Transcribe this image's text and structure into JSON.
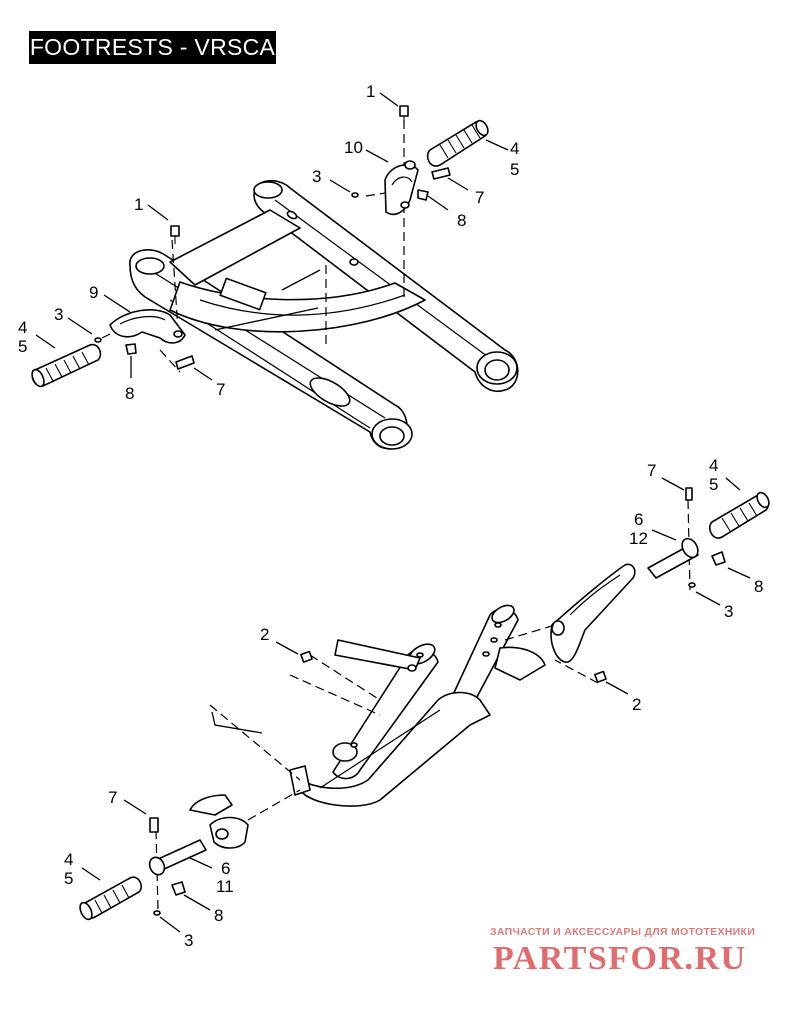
{
  "title": "FOOTRESTS - VRSCA",
  "callouts": [
    {
      "id": "top-1",
      "text": "1"
    },
    {
      "id": "top-10",
      "text": "10"
    },
    {
      "id": "top-3",
      "text": "3"
    },
    {
      "id": "top-4",
      "text": "4"
    },
    {
      "id": "top-5",
      "text": "5"
    },
    {
      "id": "top-7",
      "text": "7"
    },
    {
      "id": "top-8",
      "text": "8"
    },
    {
      "id": "left-1",
      "text": "1"
    },
    {
      "id": "left-9",
      "text": "9"
    },
    {
      "id": "left-3",
      "text": "3"
    },
    {
      "id": "left-4",
      "text": "4"
    },
    {
      "id": "left-5",
      "text": "5"
    },
    {
      "id": "left-8",
      "text": "8"
    },
    {
      "id": "left-7",
      "text": "7"
    },
    {
      "id": "right-7",
      "text": "7"
    },
    {
      "id": "right-4",
      "text": "4"
    },
    {
      "id": "right-5",
      "text": "5"
    },
    {
      "id": "right-6",
      "text": "6"
    },
    {
      "id": "right-12",
      "text": "12"
    },
    {
      "id": "right-8",
      "text": "8"
    },
    {
      "id": "right-3",
      "text": "3"
    },
    {
      "id": "mid-2a",
      "text": "2"
    },
    {
      "id": "mid-2b",
      "text": "2"
    },
    {
      "id": "bot-7",
      "text": "7"
    },
    {
      "id": "bot-4",
      "text": "4"
    },
    {
      "id": "bot-5",
      "text": "5"
    },
    {
      "id": "bot-6",
      "text": "6"
    },
    {
      "id": "bot-11",
      "text": "11"
    },
    {
      "id": "bot-8",
      "text": "8"
    },
    {
      "id": "bot-3",
      "text": "3"
    }
  ],
  "watermark": {
    "tagline": "ЗАПЧАСТИ И АКСЕССУАРЫ ДЛЯ МОТОТЕХНИКИ",
    "brand": "PARTSFOR.RU",
    "color": "#e26b6b"
  }
}
